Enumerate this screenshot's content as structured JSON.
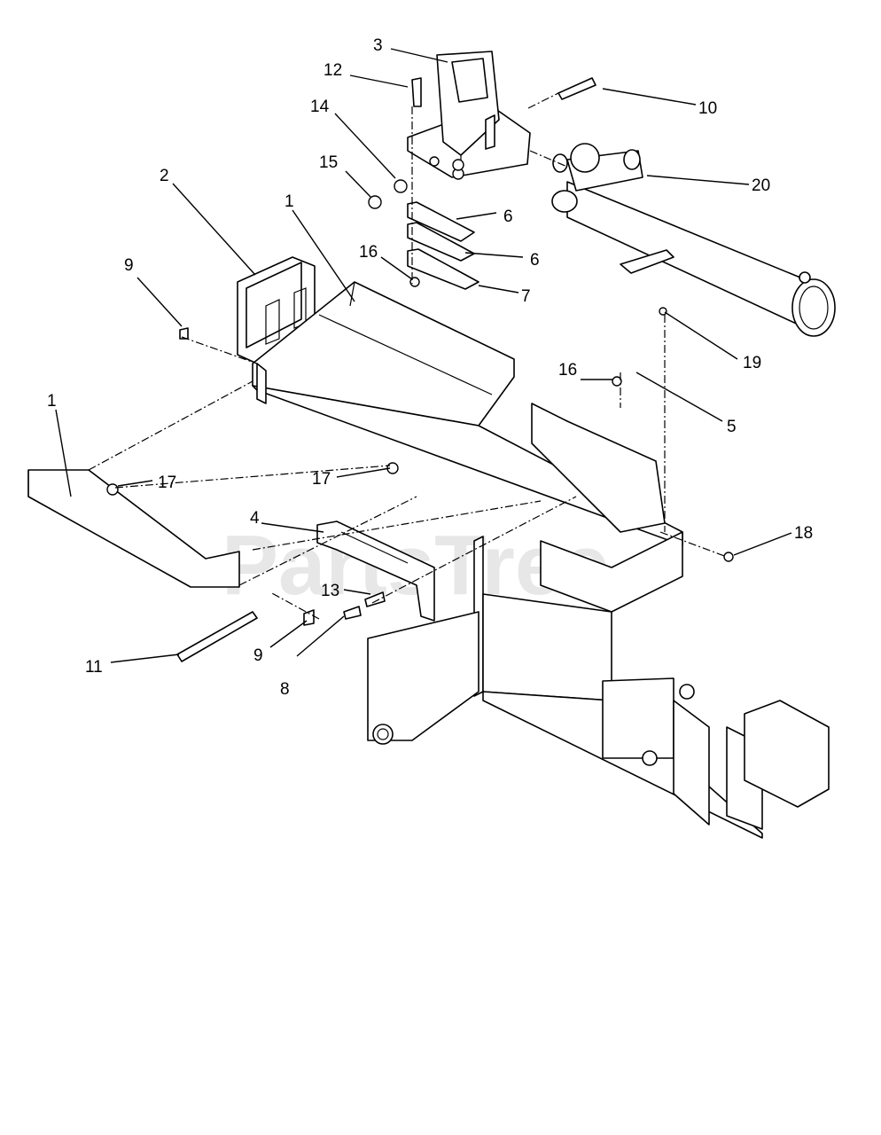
{
  "watermark": "PartsTree",
  "callouts": {
    "c1a": "1",
    "c1b": "1",
    "c2": "2",
    "c3": "3",
    "c4": "4",
    "c5": "5",
    "c6a": "6",
    "c6b": "6",
    "c7": "7",
    "c8": "8",
    "c9a": "9",
    "c9b": "9",
    "c10": "10",
    "c11": "11",
    "c12": "12",
    "c13": "13",
    "c14": "14",
    "c15": "15",
    "c16a": "16",
    "c16b": "16",
    "c17a": "17",
    "c17b": "17",
    "c18": "18",
    "c19": "19",
    "c20": "20"
  }
}
